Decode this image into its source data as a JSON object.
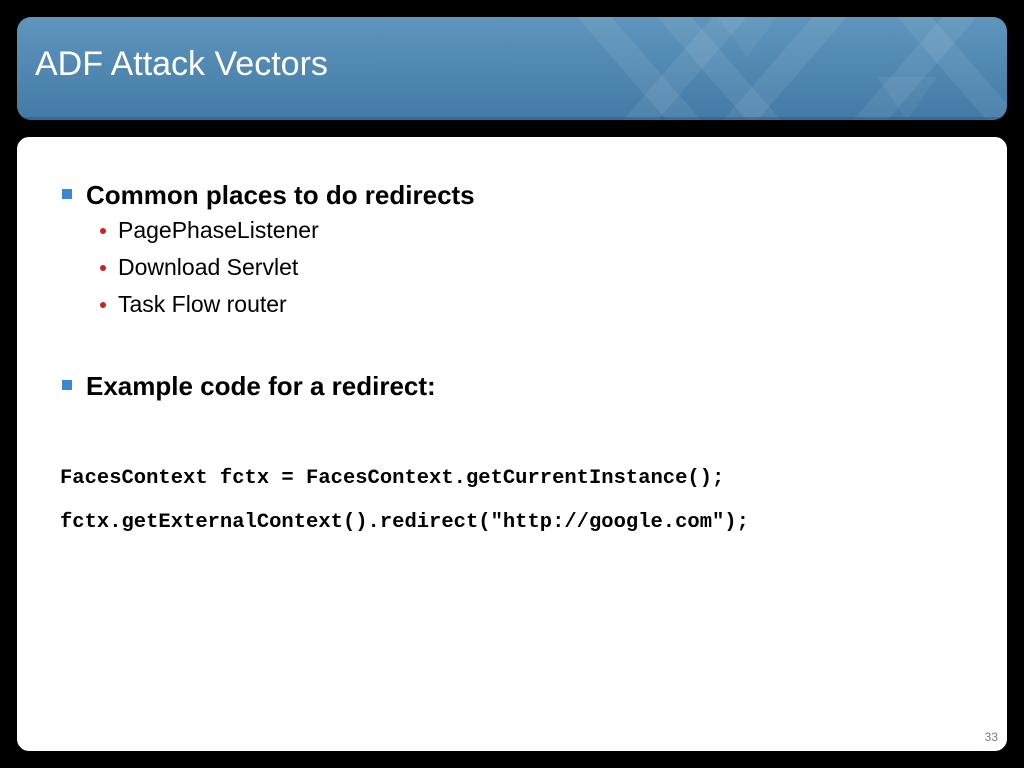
{
  "slide": {
    "title": "ADF Attack Vectors",
    "page_number": "33",
    "colors": {
      "title_bar": "#4f87b1",
      "background": "#000000",
      "content_bg": "#ffffff",
      "bullet_l1": "#3c86d6",
      "bullet_l2": "#cc2222"
    }
  },
  "bullets": [
    {
      "text": "Common places to do redirects",
      "sub": [
        "PagePhaseListener",
        "Download Servlet",
        "Task Flow router"
      ]
    },
    {
      "text": "Example code for a redirect:"
    }
  ],
  "code": [
    "FacesContext fctx = FacesContext.getCurrentInstance();",
    "fctx.getExternalContext().redirect(\"http://google.com\");"
  ]
}
